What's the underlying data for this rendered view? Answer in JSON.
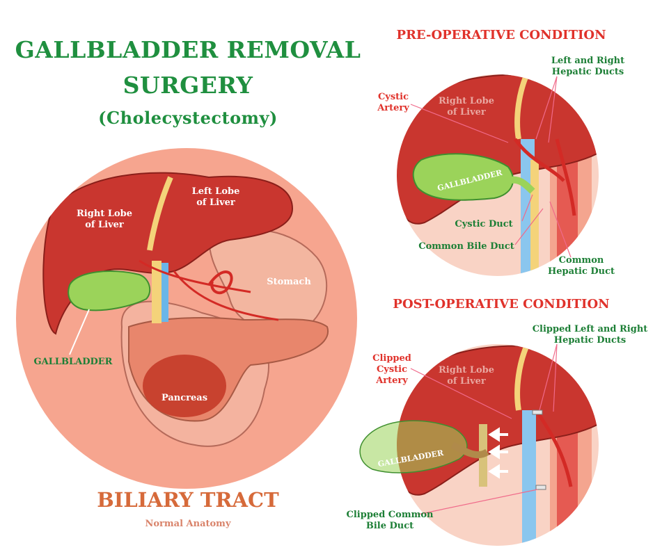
{
  "title": {
    "line1": "GALLBLADDER REMOVAL",
    "line2": "SURGERY",
    "line3": "(Cholecystectomy)"
  },
  "main": {
    "right_lobe": "Right Lobe\nof Liver",
    "left_lobe": "Left Lobe\nof Liver",
    "stomach": "Stomach",
    "gallbladder": "GALLBLADDER",
    "pancreas": "Pancreas",
    "footer_title": "BILIARY TRACT",
    "footer_sub": "Normal Anatomy"
  },
  "pre": {
    "heading": "PRE-OPERATIVE CONDITION",
    "cystic_artery": "Cystic\nArtery",
    "right_lobe": "Right Lobe\nof Liver",
    "hepatic_ducts": "Left and Right\nHepatic Ducts",
    "gallbladder": "GALLBLADDER",
    "cystic_duct": "Cystic Duct",
    "common_bile_duct": "Common Bile Duct",
    "common_hepatic_duct": "Common\nHepatic Duct"
  },
  "post": {
    "heading": "POST-OPERATIVE CONDITION",
    "clipped_cystic_artery": "Clipped\nCystic\nArtery",
    "right_lobe": "Right Lobe\nof Liver",
    "clipped_hepatic_ducts": "Clipped Left and Right\nHepatic Ducts",
    "gallbladder": "GALLBLADDER",
    "clipped_common_bile_duct": "Clipped Common\nBile Duct"
  },
  "colors": {
    "title_green": "#1f8f3f",
    "heading_red": "#e0322b",
    "liver": "#c9362f",
    "gallbladder": "#9bd35a",
    "circle_bg": "#f6a58f"
  }
}
